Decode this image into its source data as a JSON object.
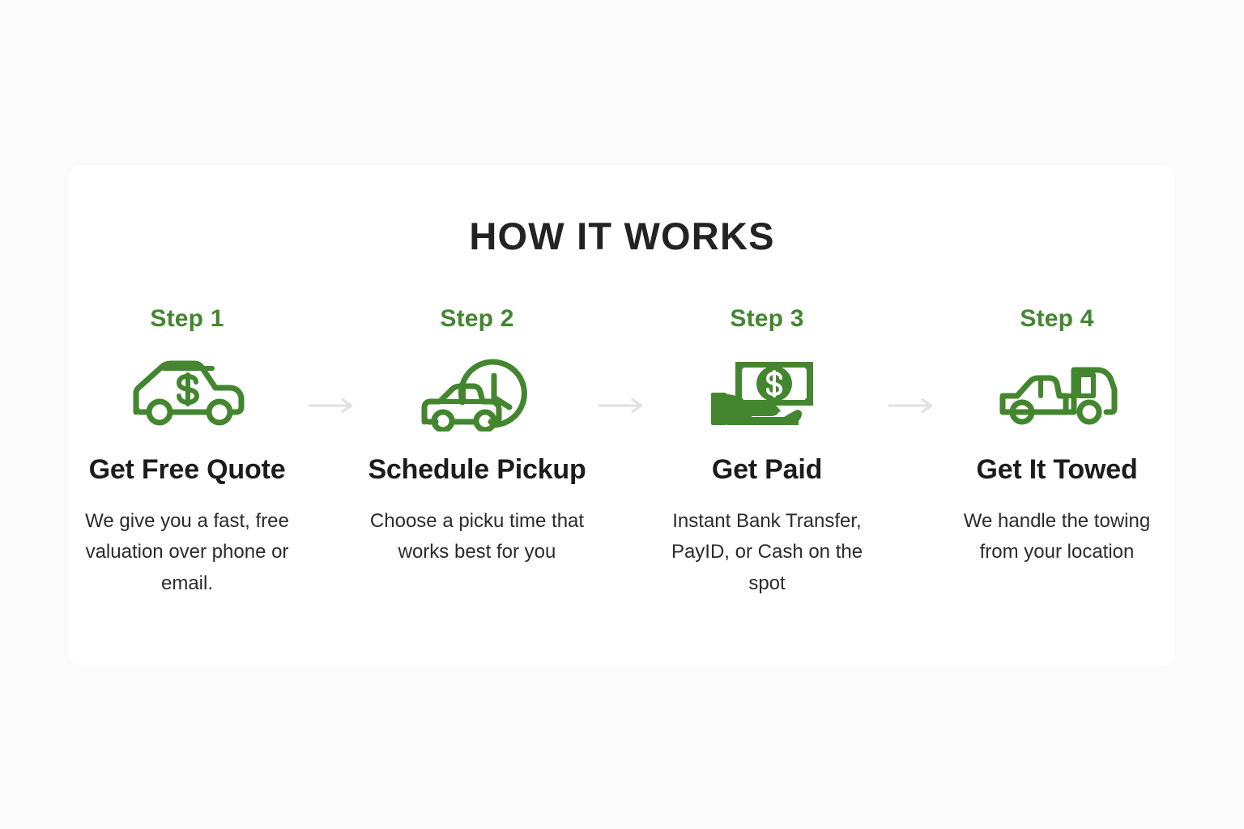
{
  "section": {
    "title": "HOW IT WORKS",
    "accent_color": "#43862f",
    "heading_color": "#1c1c1c",
    "body_color": "#2b2b2b",
    "arrow_color": "#e0e0e0",
    "card_background": "#ffffff",
    "page_background": "#fbfbfb"
  },
  "steps": [
    {
      "label": "Step 1",
      "icon": "car-with-dollar-icon",
      "heading": "Get Free Quote",
      "description": "We give you a fast, free valuation over phone or email."
    },
    {
      "label": "Step 2",
      "icon": "car-with-clock-icon",
      "heading": "Schedule Pickup",
      "description": "Choose a picku time that works best for you"
    },
    {
      "label": "Step 3",
      "icon": "hand-holding-cash-icon",
      "heading": "Get Paid",
      "description": "Instant Bank Transfer, PayID, or Cash on the spot"
    },
    {
      "label": "Step 4",
      "icon": "tow-truck-icon",
      "heading": "Get It Towed",
      "description": "We handle the towing from your location"
    }
  ],
  "connectors": [
    {
      "icon": "arrow-right-icon"
    },
    {
      "icon": "arrow-right-icon"
    },
    {
      "icon": "arrow-right-icon"
    }
  ]
}
